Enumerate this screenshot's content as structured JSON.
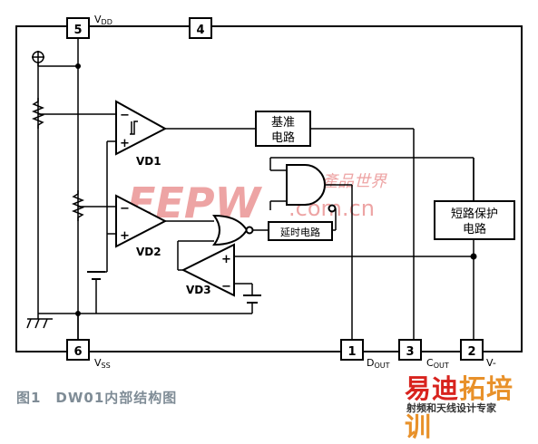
{
  "pins": {
    "p5": {
      "number": "5",
      "label": "VDD",
      "label_main": "V",
      "label_sub": "DD"
    },
    "p4": {
      "number": "4"
    },
    "p6": {
      "number": "6",
      "label": "VSS",
      "label_main": "V",
      "label_sub": "SS"
    },
    "p1": {
      "number": "1",
      "label": "DOUT",
      "label_main": "D",
      "label_sub": "OUT"
    },
    "p3": {
      "number": "3",
      "label": "COUT",
      "label_main": "C",
      "label_sub": "OUT"
    },
    "p2": {
      "number": "2",
      "label": "V-"
    }
  },
  "comparators": {
    "vd1": "VD1",
    "vd2": "VD2",
    "vd3": "VD3",
    "minus": "−",
    "plus": "+"
  },
  "blocks": {
    "reference": {
      "line1": "基准",
      "line2": "电路"
    },
    "delay": "延时电路",
    "short_circuit": {
      "line1": "短路保护",
      "line2": "电路"
    }
  },
  "watermark": {
    "logo": "EEPW",
    "domain": ".com.cn",
    "tagline": "電子產品世界"
  },
  "caption": "图1　DW01内部结构图",
  "brand": {
    "part1": "易迪",
    "part2": "拓培训",
    "sub": "射频和天线设计专家"
  },
  "colors": {
    "wire": "#000000",
    "watermark": "#e05a5a",
    "caption": "#7f8c96",
    "brand_red": "#d8231e",
    "brand_orange": "#e8912a"
  }
}
